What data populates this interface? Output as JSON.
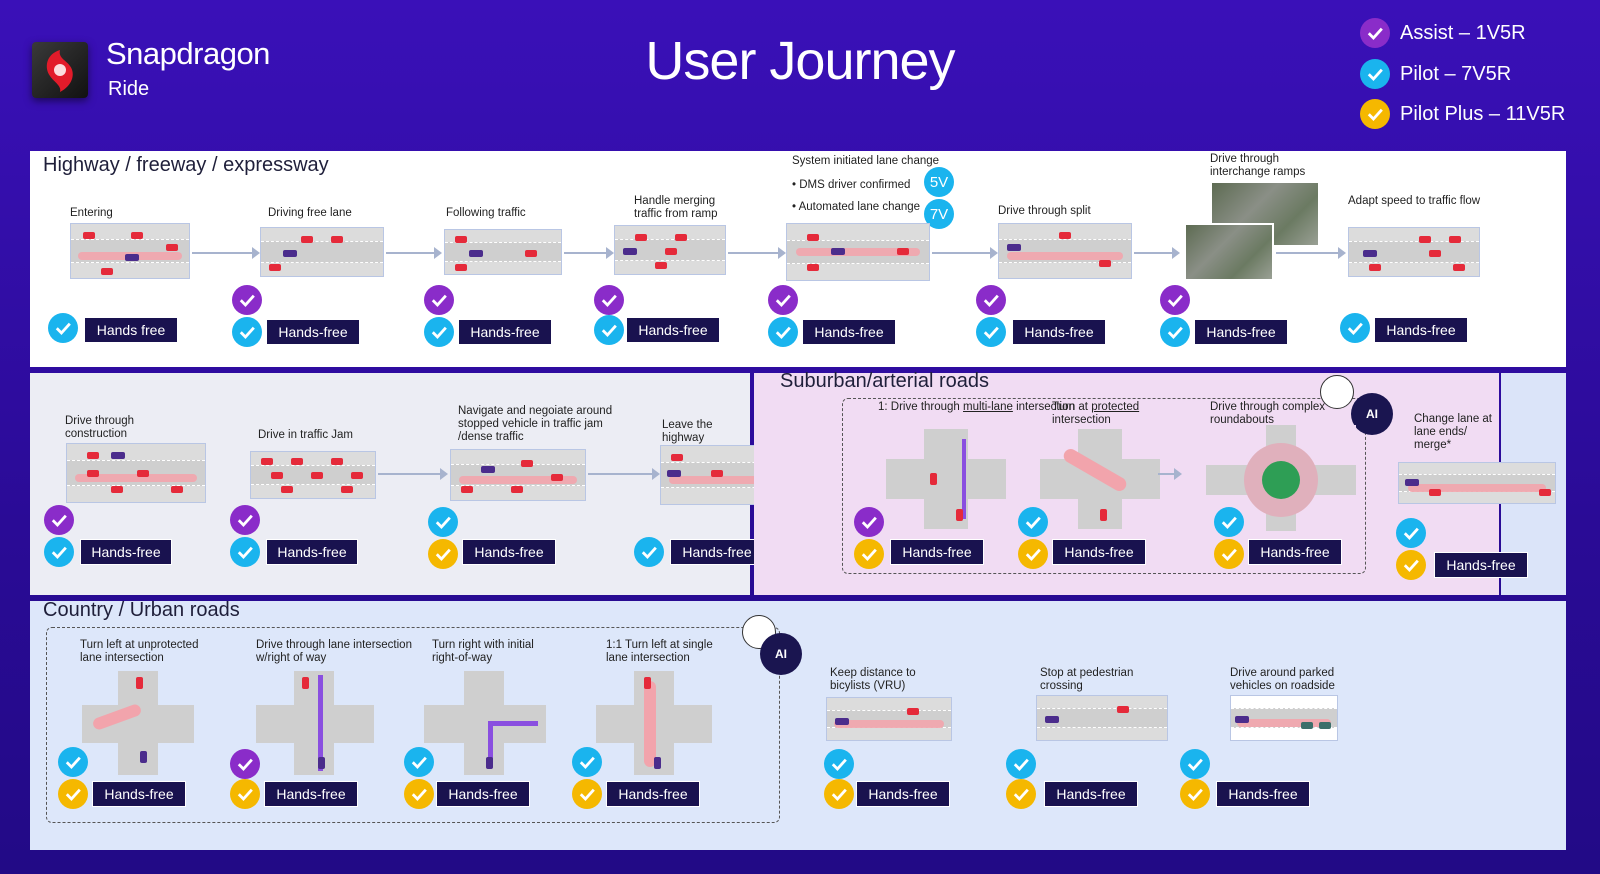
{
  "brand": {
    "name": "Snapdragon",
    "sub": "Ride"
  },
  "title": "User Journey",
  "legend": [
    {
      "label": "Assist – 1V5R",
      "color": "#8a2cc9"
    },
    {
      "label": "Pilot – 7V5R",
      "color": "#1ab4ee"
    },
    {
      "label": "Pilot Plus – 11V5R",
      "color": "#f5b800"
    }
  ],
  "hands_free": "Hands-free",
  "hands_free_first": "Hands free",
  "highway": {
    "title": "Highway / freeway / expressway",
    "steps": [
      {
        "label": "Entering"
      },
      {
        "label": "Driving free lane"
      },
      {
        "label": "Following traffic"
      },
      {
        "label": "Handle merging traffic from ramp"
      },
      {
        "label": "System initiated lane change",
        "bullets": [
          "• DMS driver confirmed",
          "• Automated lane change"
        ],
        "v1": "5V",
        "v2": "7V"
      },
      {
        "label": "Drive through split"
      },
      {
        "label": "Drive through interchange ramps"
      },
      {
        "label": "Adapt speed to traffic flow"
      }
    ]
  },
  "mid": {
    "steps": [
      {
        "label": "Drive through construction"
      },
      {
        "label": "Drive in traffic Jam"
      },
      {
        "label": "Navigate and negoiate around stopped vehicle in traffic jam /dense traffic"
      },
      {
        "label": "Leave the highway"
      }
    ]
  },
  "suburban": {
    "title": "Suburban/arterial roads",
    "steps": [
      {
        "pre": "1: Drive through ",
        "u": "multi-lane",
        "post": " intersection"
      },
      {
        "pre": "Turn at ",
        "u": "protected",
        "post": " intersection"
      },
      {
        "label": "Drive through complex roundabouts"
      },
      {
        "label": "Change lane at lane ends/ merge*"
      }
    ],
    "ai": "AI"
  },
  "country": {
    "title": "Country / Urban roads",
    "steps": [
      {
        "label": "Turn left at unprotected lane intersection"
      },
      {
        "label": "Drive through lane intersection w/right of way"
      },
      {
        "label": "Turn right with initial right-of-way"
      },
      {
        "label": "1:1 Turn left at single lane intersection"
      },
      {
        "label": "Keep distance to bicylists (VRU)"
      },
      {
        "label": "Stop at pedestrian crossing"
      },
      {
        "label": "Drive around parked vehicles on roadside"
      }
    ],
    "ai": "AI"
  }
}
